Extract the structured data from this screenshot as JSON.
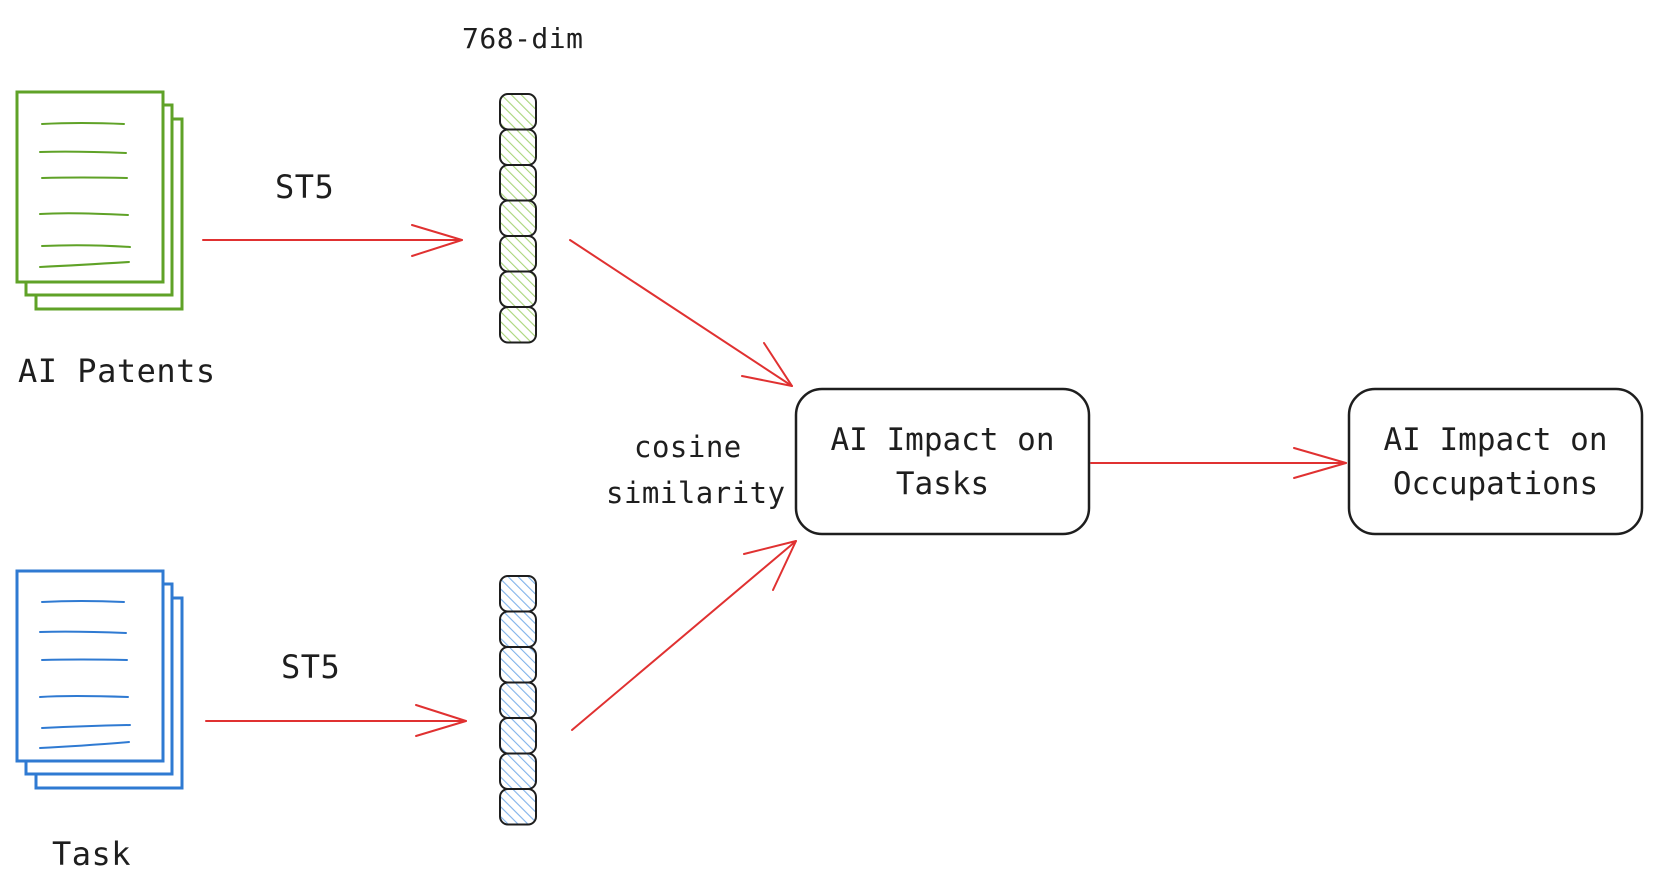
{
  "labels": {
    "dim": "768-dim",
    "st5_top": "ST5",
    "st5_bottom": "ST5",
    "patents": "AI Patents",
    "task": "Task",
    "cosine_line1": "cosine",
    "cosine_line2": "similarity"
  },
  "boxes": {
    "tasks": {
      "line1": "AI Impact on",
      "line2": "Tasks"
    },
    "occupations": {
      "line1": "AI Impact on",
      "line2": "Occupations"
    }
  },
  "colors": {
    "patents_stroke": "#5fa227",
    "patents_hatch": "#a9d57a",
    "task_stroke": "#2f7ad2",
    "task_hatch": "#7fb2ea",
    "arrow": "#e03131",
    "ink": "#1e1e1e"
  },
  "vector_cells": 7
}
